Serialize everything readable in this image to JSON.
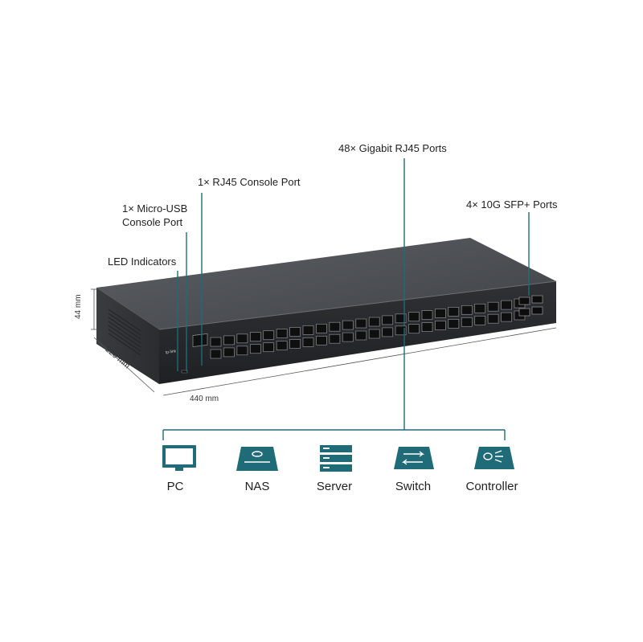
{
  "callouts": {
    "gigabit_ports": "48× Gigabit RJ45 Ports",
    "rj45_console": "1× RJ45 Console Port",
    "sfp_ports": "4× 10G SFP+ Ports",
    "micro_usb_console": "1× Micro-USB\nConsole Port",
    "led_indicators": "LED Indicators"
  },
  "dimensions": {
    "height": "44 mm",
    "depth": "220 mm",
    "width": "440 mm"
  },
  "devices": [
    {
      "label": "PC",
      "icon": "monitor-icon"
    },
    {
      "label": "NAS",
      "icon": "nas-icon"
    },
    {
      "label": "Server",
      "icon": "server-icon"
    },
    {
      "label": "Switch",
      "icon": "switch-icon"
    },
    {
      "label": "Controller",
      "icon": "controller-icon"
    }
  ],
  "colors": {
    "accent": "#1f6b78",
    "chassis": "#3b3d41",
    "chassis_top": "#55585c"
  }
}
